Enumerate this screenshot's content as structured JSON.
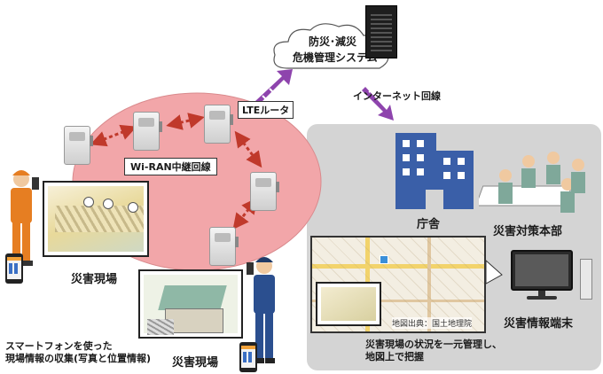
{
  "cloud": {
    "line1": "防災･減災",
    "line2": "危機管理システム"
  },
  "labels": {
    "internet": "インターネット回線",
    "lte": "LTEルータ",
    "wiran": "Wi-RAN中継回線",
    "site1": "災害現場",
    "site2": "災害現場",
    "smartphone_line1": "スマートフォンを使った",
    "smartphone_line2": "現場情報の収集(写真と位置情報)",
    "office": "庁舎",
    "hq": "災害対策本部",
    "terminal": "災害情報端末",
    "map_credit": "地図出典：国土地理院",
    "mgmt_line1": "災害現場の状況を一元管理し、",
    "mgmt_line2": "地図上で把握"
  },
  "colors": {
    "ellipse": "#f1a0a3",
    "panel": "#d4d4d4",
    "arrow_red": "#c0392b",
    "arrow_purple": "#8e44ad",
    "building": "#3a5fa8",
    "firefighter": "#e67e22",
    "officer": "#2b4f8f"
  },
  "icons": [
    "server-icon",
    "cloud-icon",
    "radio-unit-icon",
    "building-icon",
    "monitor-icon",
    "smartphone-icon",
    "firefighter-icon",
    "officer-icon",
    "map-icon",
    "people-icon"
  ]
}
